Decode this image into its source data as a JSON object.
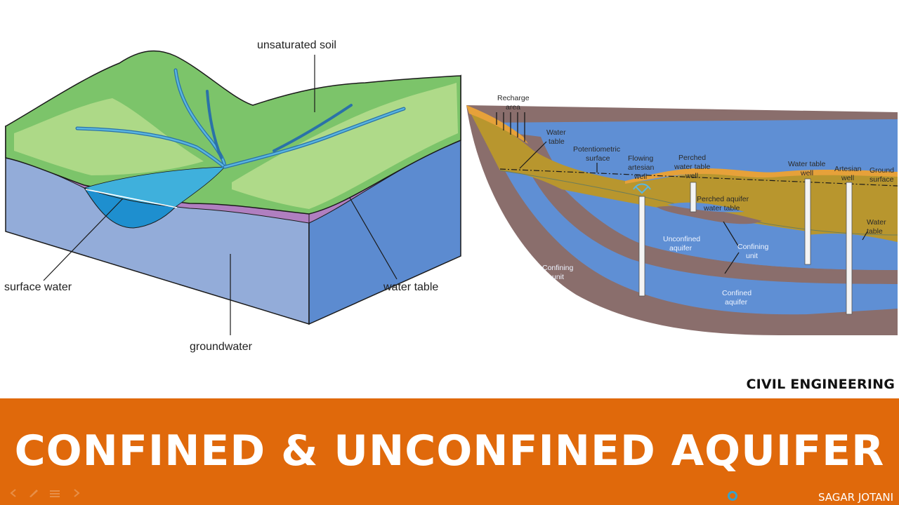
{
  "left_diagram": {
    "labels": {
      "unsaturated_soil": "unsaturated soil",
      "surface_water": "surface water",
      "water_table": "water table",
      "groundwater": "groundwater"
    }
  },
  "right_diagram": {
    "labels": {
      "recharge_area_1": "Recharge",
      "recharge_area_2": "area",
      "water_table_1": "Water",
      "water_table_2": "table",
      "potentiometric_1": "Potentiometric",
      "potentiometric_2": "surface",
      "flowing_1": "Flowing",
      "flowing_2": "artesian",
      "flowing_3": "well",
      "perched_wt_1": "Perched",
      "perched_wt_2": "water table",
      "perched_wt_3": "well",
      "wt_well_1": "Water table",
      "wt_well_2": "well",
      "artesian_1": "Artesian",
      "artesian_2": "well",
      "ground_1": "Ground",
      "ground_2": "surface",
      "perched_aquifer_1": "Perched aquifer",
      "perched_aquifer_2": "water table",
      "water_table_r_1": "Water",
      "water_table_r_2": "table",
      "unconfined_1": "Unconfined",
      "unconfined_2": "aquifer",
      "confining_1": "Confining",
      "confining_2": "unit",
      "confining_left_1": "Confining",
      "confining_left_2": "unit",
      "confined_1": "Confined",
      "confined_2": "aquifer"
    }
  },
  "brand": "CIVIL ENGINEERING",
  "title": "CONFINED & UNCONFINED AQUIFER",
  "author": "SAGAR JOTANI",
  "colors": {
    "banner": "#e0690b",
    "grass": "#7cc46a",
    "soil_purple": "#b07fc0",
    "ground_blue": "#93acd9",
    "water": "#2f9fd6",
    "aquifer_blue": "#5f8fd4",
    "confining_brown": "#8a6e6c",
    "sand": "#b8962e"
  }
}
